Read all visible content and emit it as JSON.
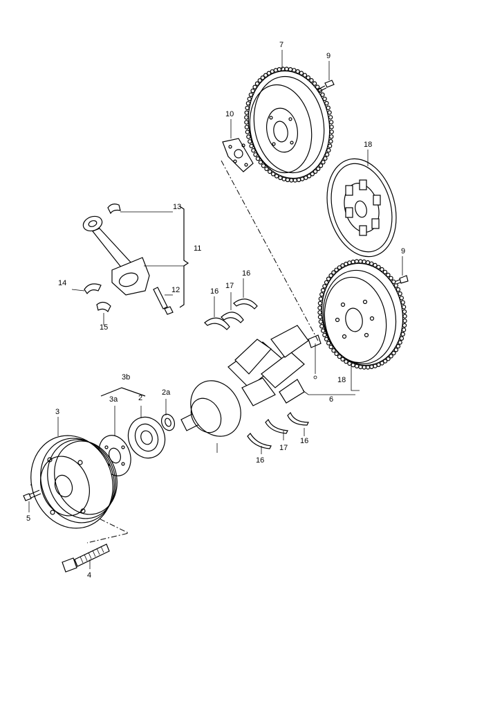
{
  "labels": {
    "l7": "7",
    "l9a": "9",
    "l10": "10",
    "l18a": "18",
    "l13": "13",
    "l11": "11",
    "l9b": "9",
    "l14": "14",
    "l12": "12",
    "l16a": "16",
    "l16b": "16",
    "l17a": "17",
    "l15": "15",
    "l3b": "3b",
    "l3a": "3a",
    "l2": "2",
    "l2a": "2a",
    "l3": "3",
    "l18b": "18",
    "l6": "6",
    "l16c": "16",
    "l16d": "16",
    "l17b": "17",
    "l5": "5",
    "l4": "4"
  }
}
